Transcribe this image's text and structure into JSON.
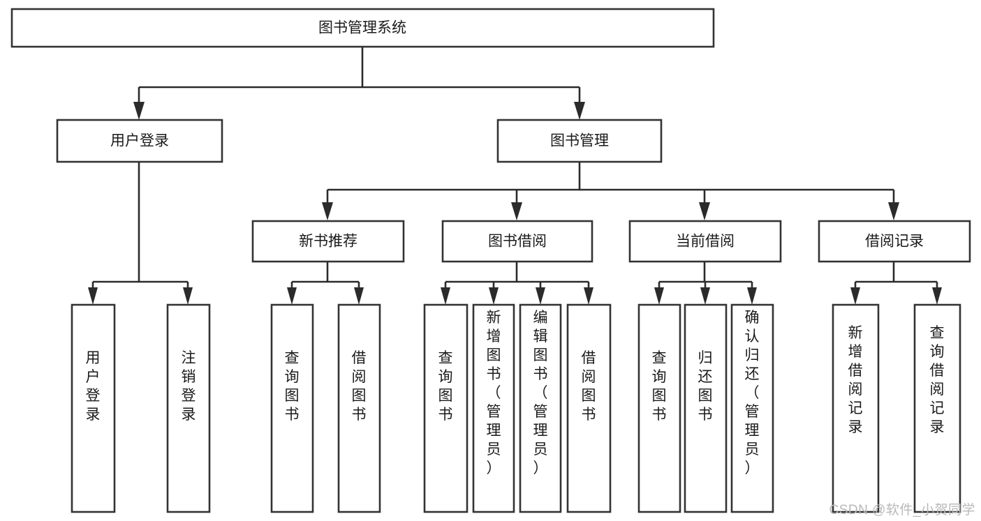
{
  "diagram": {
    "type": "tree",
    "title": "图书管理系统",
    "watermark": "CSDN @软件_小贺同学",
    "colors": {
      "background": "#ffffff",
      "box_border": "#333333",
      "edge": "#2b2b2b",
      "text": "#1a1a1a",
      "watermark": "#b8b8b8"
    },
    "levels": {
      "level1": [
        {
          "id": "root",
          "label": "图书管理系统"
        }
      ],
      "level2": [
        {
          "id": "user-login",
          "label": "用户登录",
          "parent": "root"
        },
        {
          "id": "book-management",
          "label": "图书管理",
          "parent": "root"
        }
      ],
      "level3": [
        {
          "id": "new-book-recommend",
          "label": "新书推荐",
          "parent": "book-management"
        },
        {
          "id": "book-borrow",
          "label": "图书借阅",
          "parent": "book-management"
        },
        {
          "id": "current-borrow",
          "label": "当前借阅",
          "parent": "book-management"
        },
        {
          "id": "borrow-record",
          "label": "借阅记录",
          "parent": "book-management"
        }
      ],
      "leaves": [
        {
          "id": "leaf-user-login",
          "label": "用户登录",
          "parent": "user-login"
        },
        {
          "id": "leaf-logout-login",
          "label": "注销登录",
          "parent": "user-login"
        },
        {
          "id": "leaf-query-book-1",
          "label": "查询图书",
          "parent": "new-book-recommend"
        },
        {
          "id": "leaf-borrow-book-1",
          "label": "借阅图书",
          "parent": "new-book-recommend"
        },
        {
          "id": "leaf-query-book-2",
          "label": "查询图书",
          "parent": "book-borrow"
        },
        {
          "id": "leaf-add-book",
          "label": "新增图书（管理员）",
          "parent": "book-borrow"
        },
        {
          "id": "leaf-edit-book",
          "label": "编辑图书（管理员）",
          "parent": "book-borrow"
        },
        {
          "id": "leaf-borrow-book-2",
          "label": "借阅图书",
          "parent": "book-borrow"
        },
        {
          "id": "leaf-query-book-3",
          "label": "查询图书",
          "parent": "current-borrow"
        },
        {
          "id": "leaf-return-book",
          "label": "归还图书",
          "parent": "current-borrow"
        },
        {
          "id": "leaf-confirm-return",
          "label": "确认归还（管理员）",
          "parent": "current-borrow"
        },
        {
          "id": "leaf-add-record",
          "label": "新增借阅记录",
          "parent": "borrow-record"
        },
        {
          "id": "leaf-query-record",
          "label": "查询借阅记录",
          "parent": "borrow-record"
        }
      ]
    }
  }
}
